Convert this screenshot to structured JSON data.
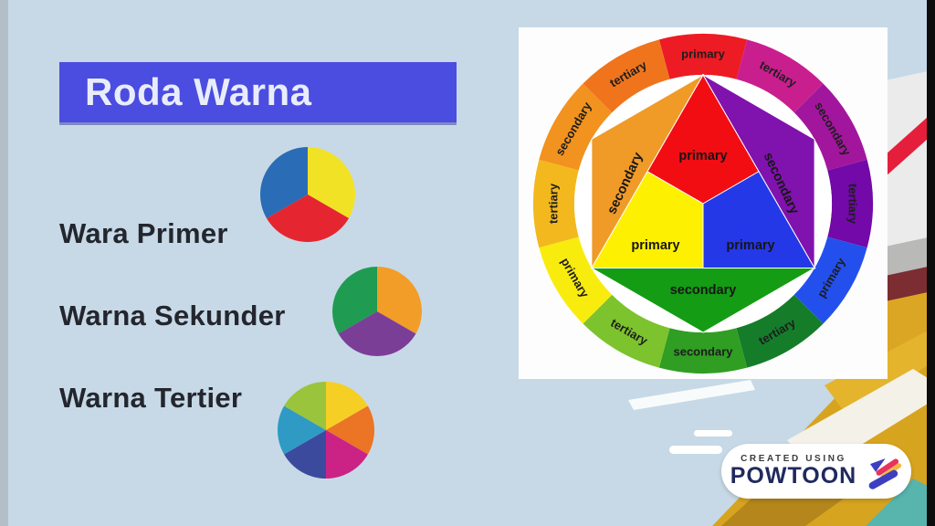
{
  "slide": {
    "title": "Roda Warna",
    "rows": [
      {
        "label": "Wara Primer"
      },
      {
        "label": "Warna Sekunder"
      },
      {
        "label": "Warna Tertier"
      }
    ]
  },
  "chart_data": {
    "type": "color-wheel-diagram",
    "pies": [
      {
        "name": "primary-colors-pie",
        "radius": 52,
        "slices": [
          {
            "color": "#f2e226",
            "sweep": 120,
            "color_name": "yellow"
          },
          {
            "color": "#e52630",
            "sweep": 120,
            "color_name": "red"
          },
          {
            "color": "#2a6cb5",
            "sweep": 120,
            "color_name": "blue"
          }
        ]
      },
      {
        "name": "secondary-colors-pie",
        "radius": 49,
        "slices": [
          {
            "color": "#f19d28",
            "sweep": 120,
            "color_name": "orange"
          },
          {
            "color": "#7b3e97",
            "sweep": 120,
            "color_name": "purple"
          },
          {
            "color": "#1f9b52",
            "sweep": 120,
            "color_name": "green"
          }
        ]
      },
      {
        "name": "tertiary-colors-pie",
        "radius": 53,
        "slices": [
          {
            "color": "#f6cf25",
            "sweep": 60,
            "color_name": "yellow"
          },
          {
            "color": "#ec7425",
            "sweep": 60,
            "color_name": "orange"
          },
          {
            "color": "#cb2286",
            "sweep": 60,
            "color_name": "magenta"
          },
          {
            "color": "#3c4a9e",
            "sweep": 60,
            "color_name": "indigo"
          },
          {
            "color": "#2f9ac4",
            "sweep": 60,
            "color_name": "teal"
          },
          {
            "color": "#9ac43c",
            "sweep": 60,
            "color_name": "yellow-green"
          }
        ]
      }
    ],
    "wheel": {
      "ring_segments": [
        {
          "label": "primary",
          "color": "#ed1b24",
          "color_name": "red"
        },
        {
          "label": "tertiary",
          "color": "#c91f8e",
          "color_name": "red-violet"
        },
        {
          "label": "secondary",
          "color": "#a2169d",
          "color_name": "violet"
        },
        {
          "label": "tertiary",
          "color": "#7209a8",
          "color_name": "blue-violet"
        },
        {
          "label": "primary",
          "color": "#2350ed",
          "color_name": "blue"
        },
        {
          "label": "tertiary",
          "color": "#157d2a",
          "color_name": "blue-green"
        },
        {
          "label": "secondary",
          "color": "#2f9e23",
          "color_name": "green"
        },
        {
          "label": "tertiary",
          "color": "#7cc32e",
          "color_name": "yellow-green"
        },
        {
          "label": "primary",
          "color": "#f8ec0e",
          "color_name": "yellow"
        },
        {
          "label": "tertiary",
          "color": "#f2b81d",
          "color_name": "yellow-orange"
        },
        {
          "label": "secondary",
          "color": "#f2921f",
          "color_name": "orange"
        },
        {
          "label": "tertiary",
          "color": "#f0741c",
          "color_name": "red-orange"
        }
      ],
      "inner_pieces": [
        {
          "name": "red",
          "label": "primary",
          "color": "#f20d13"
        },
        {
          "name": "yellow",
          "label": "primary",
          "color": "#fdf000"
        },
        {
          "name": "blue",
          "label": "primary",
          "color": "#2438e8"
        },
        {
          "name": "orange",
          "label": "secondary",
          "color": "#f09a28"
        },
        {
          "name": "violet",
          "label": "secondary",
          "color": "#8012ae"
        },
        {
          "name": "green",
          "label": "secondary",
          "color": "#149c14"
        }
      ]
    }
  },
  "badge": {
    "caption": "CREATED USING",
    "brand": "POWTOON"
  },
  "colors": {
    "background": "#c7d9e6",
    "title_banner": "#4b4ce0",
    "title_text": "#e9edfb",
    "label_text": "#23262e",
    "right_bar": "#0d0d0d",
    "book_gold": "#d7a41f",
    "book_maroon": "#7c2d31",
    "book_teal": "#58b5ae"
  }
}
